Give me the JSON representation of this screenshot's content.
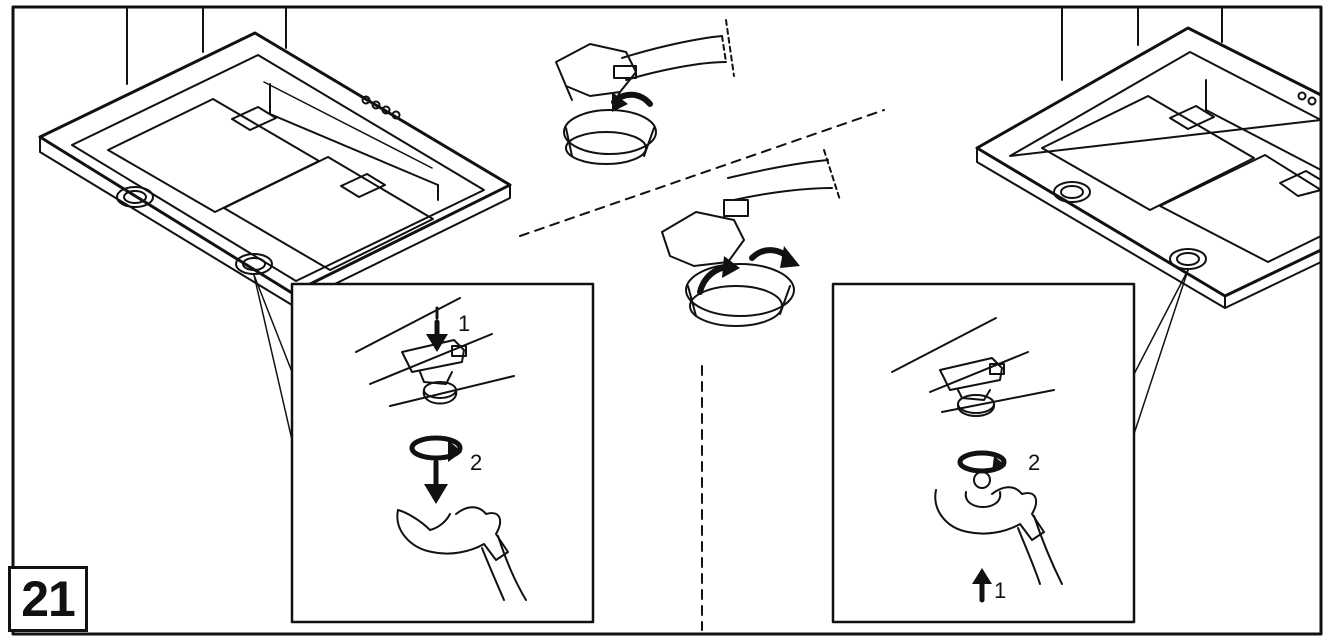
{
  "figure": {
    "step_number": "21",
    "left_inset": {
      "step1_label": "1",
      "step2_label": "2"
    },
    "right_inset": {
      "step1_label": "1",
      "step2_label": "2"
    }
  }
}
